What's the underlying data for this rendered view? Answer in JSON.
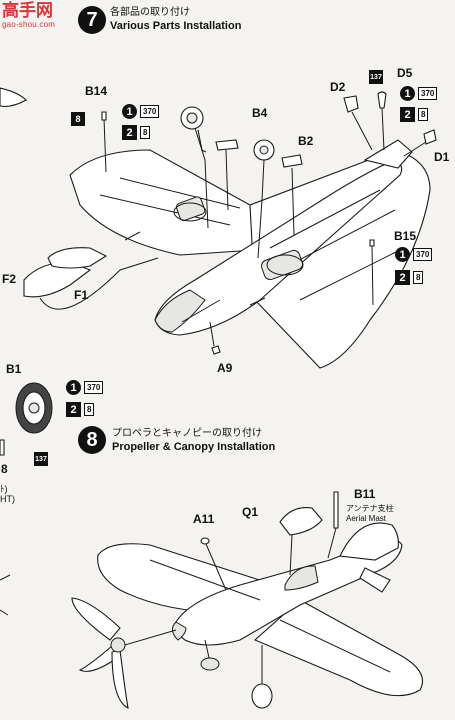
{
  "watermark": {
    "title": "高手网",
    "url": "gao-shou.com"
  },
  "step7": {
    "number": "7",
    "title_jp": "各部品の取り付け",
    "title_en": "Various Parts Installation",
    "labels": {
      "b14": "B14",
      "b4": "B4",
      "b2": "B2",
      "d2": "D2",
      "d5": "D5",
      "d1": "D1",
      "b15": "B15",
      "f2": "F2",
      "f1": "F1",
      "a9": "A9",
      "b1": "B1"
    },
    "part_b14": {
      "sq": "8",
      "c1": "1",
      "c1_code": "370",
      "c2": "2",
      "c2_code": "8"
    },
    "part_d5": {
      "sq": "137",
      "c1": "1",
      "c1_code": "370",
      "c2": "2",
      "c2_code": "8"
    },
    "part_b15": {
      "c1": "1",
      "c1_code": "370",
      "c2": "2",
      "c2_code": "8"
    },
    "part_b1": {
      "c1": "1",
      "c1_code": "370",
      "c2": "2",
      "c2_code": "8",
      "sq": "137"
    }
  },
  "step8": {
    "number": "8",
    "title_jp": "プロペラとキャノピーの取り付け",
    "title_en": "Propeller & Canopy Installation",
    "labels": {
      "a11": "A11",
      "q1": "Q1",
      "b11": "B11"
    },
    "aerial_jp": "アンテナ支柱",
    "aerial_en": "Aerial Mast"
  },
  "margin_left": {
    "digit": "8",
    "jp": "ﾄ)",
    "en": "HT)"
  }
}
